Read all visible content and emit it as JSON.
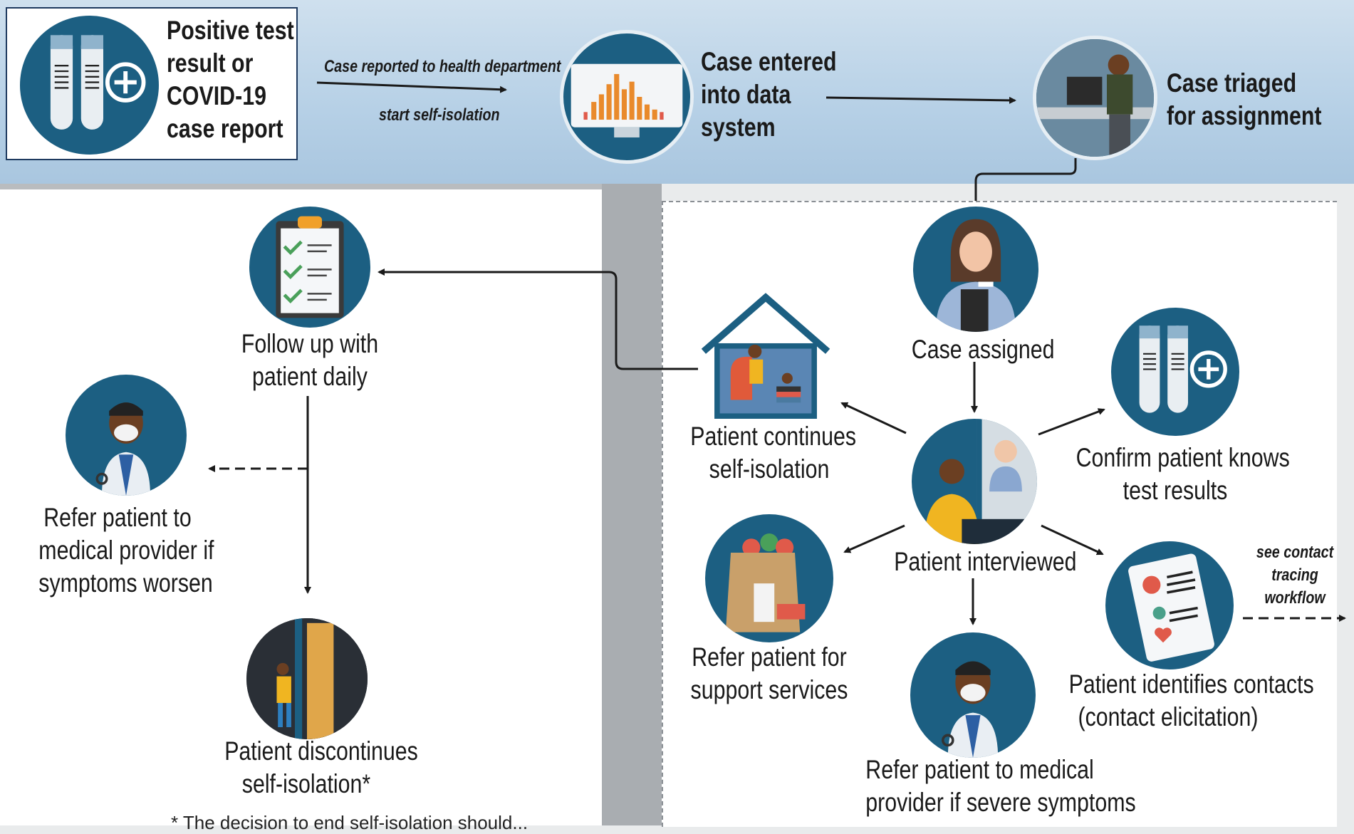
{
  "colors": {
    "navy": "#1c5f82",
    "band": "#b6d0e6",
    "arrow": "#1a1a1a",
    "skin_brown": "#6b3f22",
    "shirt_yellow": "#f0b521",
    "coat_light": "#e9eef3"
  },
  "nodes": {
    "positive_test": {
      "label_lines": [
        "Positive test",
        "result or",
        "COVID-19",
        "case report"
      ],
      "icon": "test-tubes-icon"
    },
    "case_entered": {
      "label_lines": [
        "Case entered",
        "into data",
        "system"
      ],
      "icon": "computer-chart-icon"
    },
    "case_triaged": {
      "label_lines": [
        "Case triaged",
        "for assignment"
      ],
      "icon": "desk-worker-icon"
    },
    "case_assigned": {
      "label": "Case assigned",
      "icon": "health-worker-icon"
    },
    "patient_interviewed": {
      "label": "Patient interviewed",
      "icon": "phone-call-icon"
    },
    "confirm_results": {
      "label_lines": [
        "Confirm patient knows",
        "test results"
      ],
      "icon": "test-tubes-icon"
    },
    "identifies_contacts": {
      "label_lines": [
        "Patient identifies contacts",
        "(contact elicitation)"
      ],
      "icon": "clipboard-medical-icon"
    },
    "refer_severe": {
      "label_lines": [
        "Refer patient to medical",
        "provider if severe symptoms"
      ],
      "icon": "doctor-icon"
    },
    "refer_support": {
      "label_lines": [
        "Refer patient for",
        "support services"
      ],
      "icon": "grocery-bag-icon"
    },
    "continues_isolation": {
      "label_lines": [
        "Patient continues",
        "self-isolation"
      ],
      "icon": "house-icon"
    },
    "follow_up": {
      "label_lines": [
        "Follow up with",
        "patient daily"
      ],
      "icon": "checklist-icon"
    },
    "refer_worsen": {
      "label_lines": [
        "Refer patient to",
        "medical provider if",
        "symptoms worsen"
      ],
      "icon": "doctor-icon"
    },
    "discontinues": {
      "label_lines": [
        "Patient discontinues",
        "self-isolation*"
      ],
      "icon": "door-exit-icon"
    }
  },
  "edge_labels": {
    "reported": "Case reported to health department",
    "self_isolation": "start self-isolation",
    "contact_tracing": [
      "see contact",
      "tracing",
      "workflow"
    ]
  },
  "footnote": "* The decision to end self-isolation should..."
}
